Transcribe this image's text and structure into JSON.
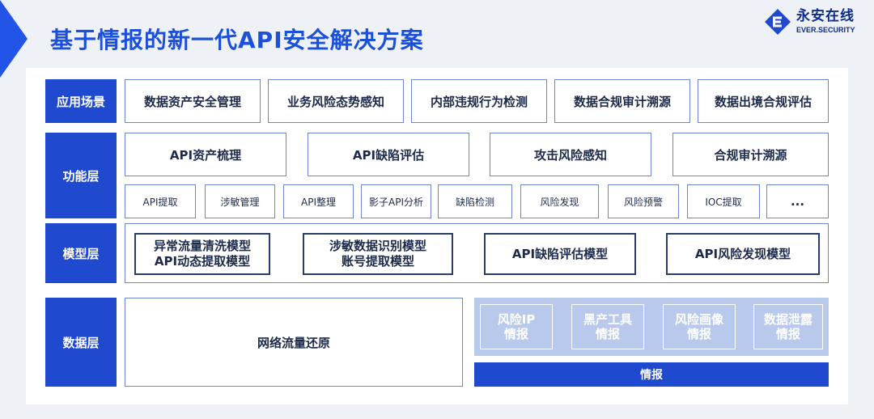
{
  "title": "基于情报的新一代API安全解决方案",
  "logo": {
    "cn": "永安在线",
    "en": "EVER.SECURITY"
  },
  "layers": {
    "application": {
      "label": "应用场景",
      "items": [
        "数据资产安全管理",
        "业务风险态势感知",
        "内部违规行为检测",
        "数据合规审计溯源",
        "数据出境合规评估"
      ]
    },
    "function": {
      "label": "功能层",
      "main": [
        "API资产梳理",
        "API缺陷评估",
        "攻击风险感知",
        "合规审计溯源"
      ],
      "sub": [
        "API提取",
        "涉敏管理",
        "API整理",
        "影子API分析",
        "缺陷检测",
        "风险发现",
        "风险预警",
        "IOC提取",
        "..."
      ]
    },
    "model": {
      "label": "模型层",
      "items": [
        {
          "line1": "异常流量清洗模型",
          "line2": "API动态提取模型"
        },
        {
          "line1": "涉敏数据识别模型",
          "line2": "账号提取模型"
        },
        {
          "line1": "API缺陷评估模型",
          "line2": ""
        },
        {
          "line1": "API风险发现模型",
          "line2": ""
        }
      ]
    },
    "data": {
      "label": "数据层",
      "traffic": "网络流量还原",
      "intel_items": [
        {
          "line1": "风险IP",
          "line2": "情报"
        },
        {
          "line1": "黑产工具",
          "line2": "情报"
        },
        {
          "line1": "风险画像",
          "line2": "情报"
        },
        {
          "line1": "数据泄露",
          "line2": "情报"
        }
      ],
      "intel_bar": "情报"
    }
  },
  "colors": {
    "primary": "#1f4ad0",
    "title": "#1d50d8",
    "intel_bg": "#b9c9ec",
    "border": "#6d86c7"
  }
}
